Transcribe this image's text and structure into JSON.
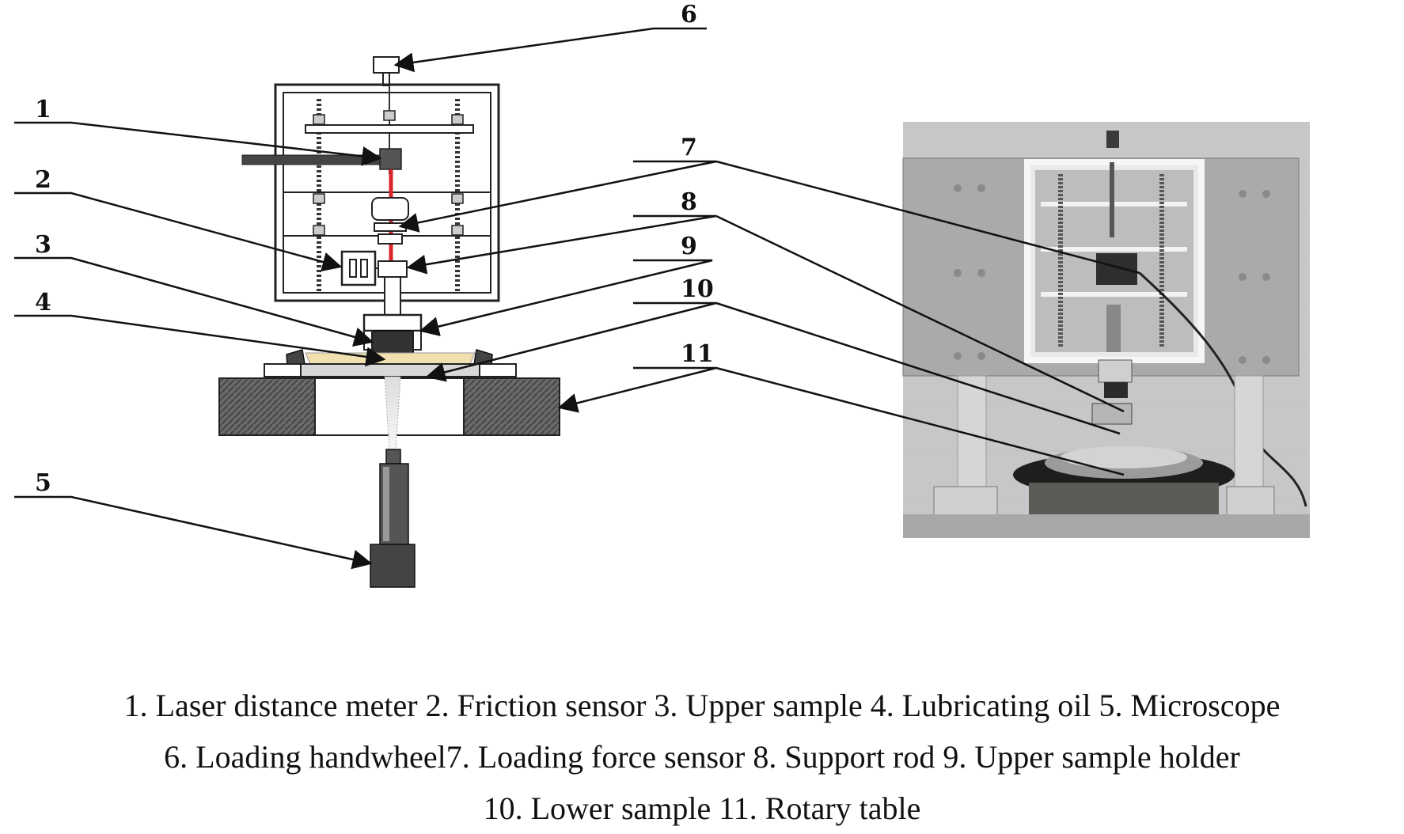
{
  "labels": [
    "1",
    "2",
    "3",
    "4",
    "5",
    "6",
    "7",
    "8",
    "9",
    "10",
    "11"
  ],
  "caption": {
    "line1": "1. Laser distance meter 2. Friction sensor 3. Upper sample 4. Lubricating oil 5. Microscope",
    "line2": "6. Loading handwheel7. Loading force sensor 8. Support rod 9. Upper sample holder",
    "line3": "10. Lower sample 11. Rotary table"
  },
  "colors": {
    "laser_beam": "#d8242a",
    "lubricating_oil": "#f0e0b0",
    "table_hatch": "#555555",
    "photo_bg": "#c9cbcc"
  }
}
